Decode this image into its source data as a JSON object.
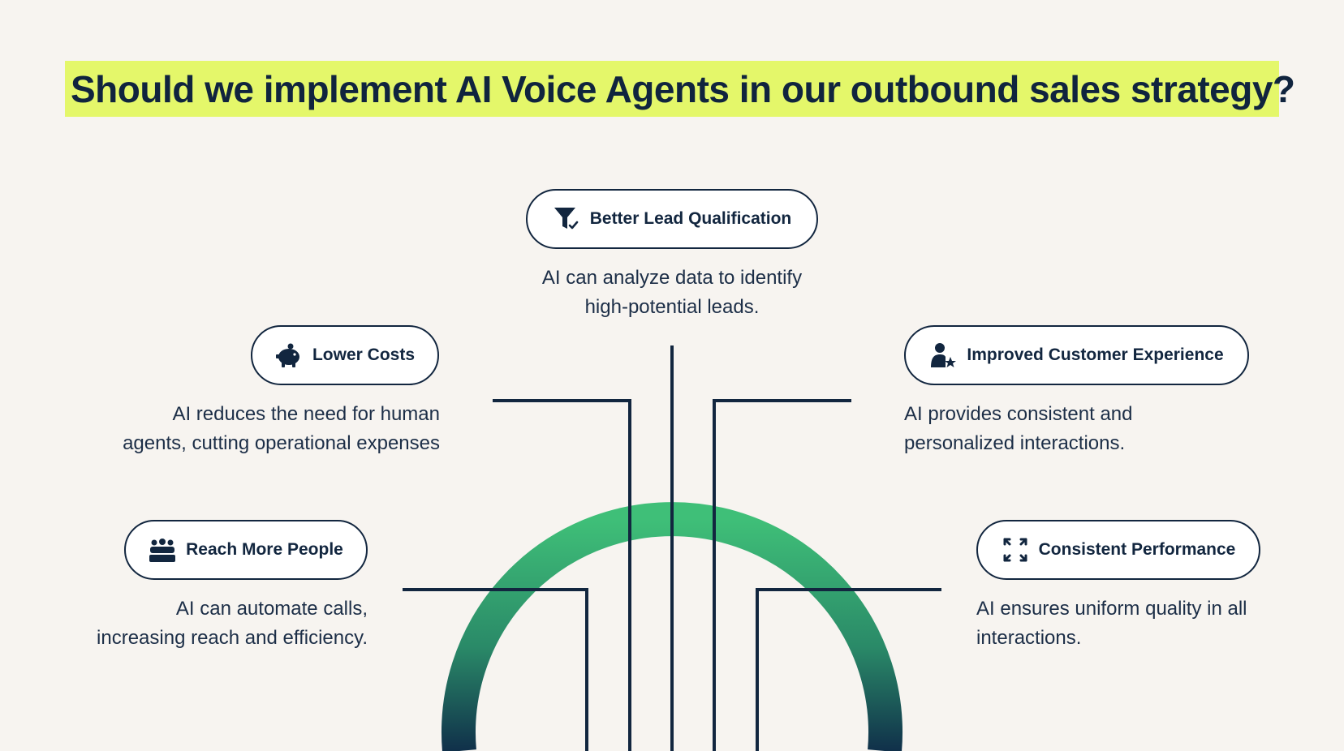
{
  "title": "Should we implement AI Voice Agents in our outbound sales strategy?",
  "colors": {
    "background": "#f7f4f0",
    "highlight": "#e4f76a",
    "ink": "#12263f",
    "arc_top": "#3fbf78",
    "arc_bottom": "#10304a"
  },
  "items": [
    {
      "label": "Better Lead Qualification",
      "icon": "funnel-check-icon",
      "lines": [
        "AI can analyze data to identify",
        "high-potential leads."
      ]
    },
    {
      "label": "Lower Costs",
      "icon": "piggy-bank-icon",
      "lines": [
        "AI reduces the need for human",
        "agents, cutting operational expenses"
      ]
    },
    {
      "label": "Improved Customer Experience",
      "icon": "user-star-icon",
      "lines": [
        "AI provides consistent and",
        "personalized interactions."
      ]
    },
    {
      "label": "Reach More People",
      "icon": "people-group-icon",
      "lines": [
        "AI can automate calls,",
        "increasing reach and efficiency."
      ]
    },
    {
      "label": "Consistent Performance",
      "icon": "refresh-arrows-icon",
      "lines": [
        "AI ensures uniform quality in all",
        "interactions."
      ]
    }
  ]
}
